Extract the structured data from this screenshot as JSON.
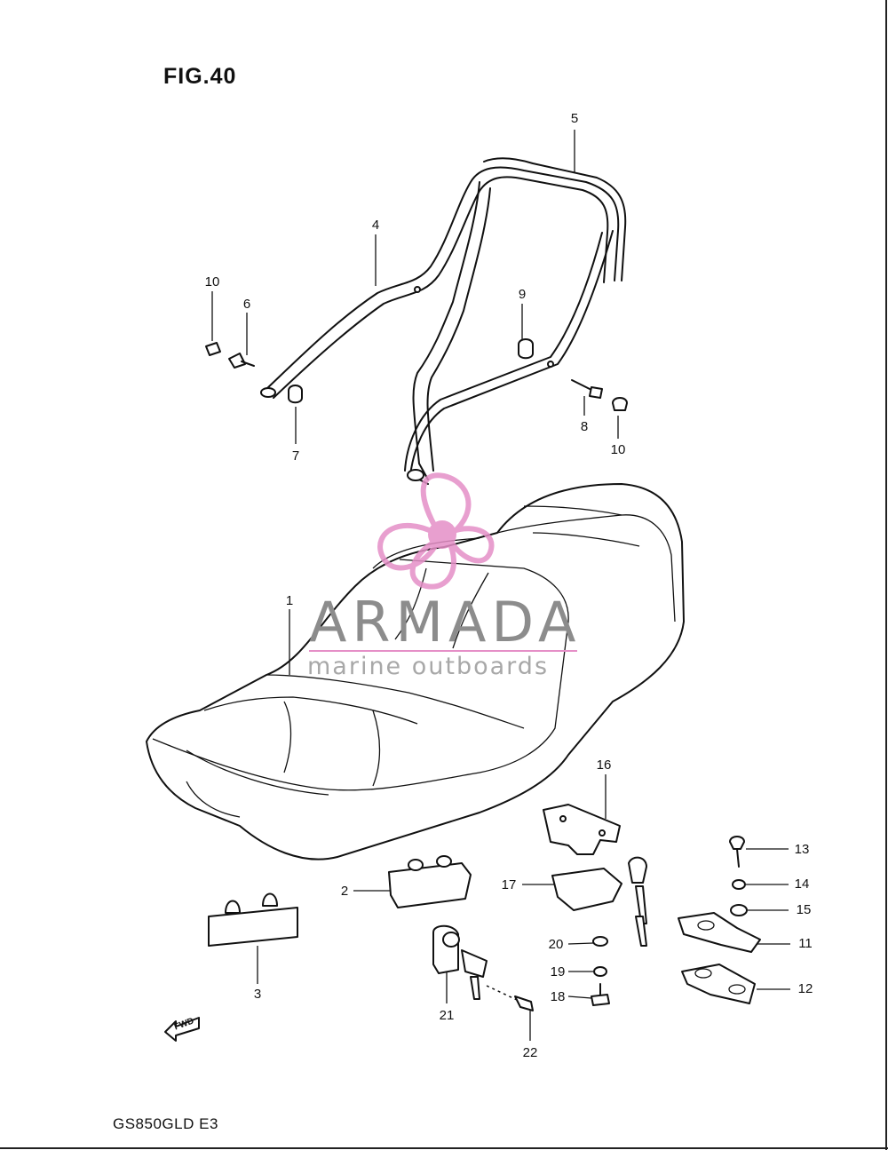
{
  "figure": {
    "title": "FIG.40",
    "model": "GS850GLD E3"
  },
  "watermark": {
    "name": "ARMADA",
    "tagline": "marine outboards",
    "brand_color": "#e58fc7"
  },
  "fwd_label": "FWD",
  "callouts": [
    {
      "id": "1",
      "label": "1"
    },
    {
      "id": "2",
      "label": "2"
    },
    {
      "id": "3",
      "label": "3"
    },
    {
      "id": "4",
      "label": "4"
    },
    {
      "id": "5",
      "label": "5"
    },
    {
      "id": "6",
      "label": "6"
    },
    {
      "id": "7",
      "label": "7"
    },
    {
      "id": "8",
      "label": "8"
    },
    {
      "id": "9",
      "label": "9"
    },
    {
      "id": "10a",
      "label": "10"
    },
    {
      "id": "10b",
      "label": "10"
    },
    {
      "id": "11",
      "label": "11"
    },
    {
      "id": "12",
      "label": "12"
    },
    {
      "id": "13",
      "label": "13"
    },
    {
      "id": "14",
      "label": "14"
    },
    {
      "id": "15",
      "label": "15"
    },
    {
      "id": "16",
      "label": "16"
    },
    {
      "id": "17",
      "label": "17"
    },
    {
      "id": "18",
      "label": "18"
    },
    {
      "id": "19",
      "label": "19"
    },
    {
      "id": "20",
      "label": "20"
    },
    {
      "id": "21",
      "label": "21"
    },
    {
      "id": "22",
      "label": "22"
    }
  ]
}
